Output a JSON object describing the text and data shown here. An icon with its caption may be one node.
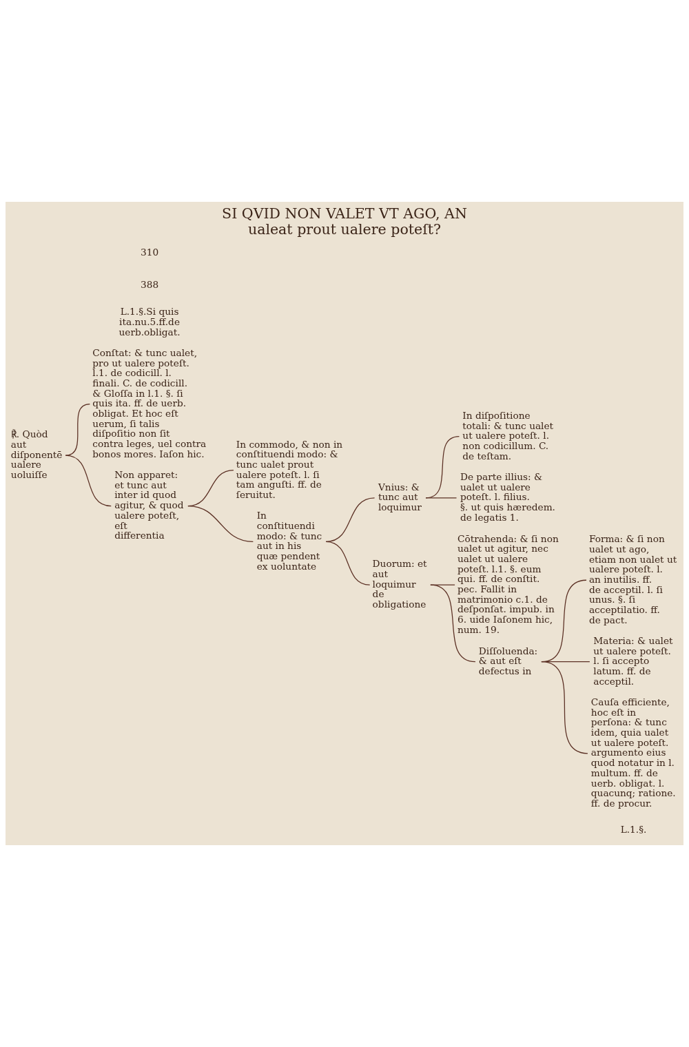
{
  "diagram": {
    "title": "SI QVID NON VALET VT AGO, AN ualeat prout ualere poteſt?",
    "nodes": [
      {
        "text": [
          "℟. Quòd aut diſponentē ualere uoluiſſe"
        ]
      },
      {
        "text": [
          "Conſtat: & tunc ualet, pro ut ualere poteſt. l.1. de codicill. l. finali. C. de codicill. & Gloſſa in l.1. §. ſi quis ita. ff. de uerb. obligat. Et hoc eſt uerum, ſi talis diſpoſitio non ſit contra leges, uel contra bonos mores. Iaſon hic."
        ]
      },
      {
        "text": [
          "Non apparet: et tunc aut inter id quod agitur, & quod ualere poteſt, eſt differentia"
        ]
      },
      {
        "text": [
          "In commodo, & non in conſtituendi modo: & tunc ualet prout ualere poteſt. l. ſi tam anguſti. ff. de ſeruitut."
        ]
      },
      {
        "text": [
          "In conſtituendi modo: & tunc aut in his quæ pendent ex uoluntate"
        ]
      },
      {
        "text": [
          "Vnius: & tunc aut loquimur"
        ]
      },
      {
        "text": [
          "In diſpoſitione totali: & tunc ualet ut ualere poteſt. l. non codicillum. C. de teſtam."
        ]
      },
      {
        "text": [
          "De parte illius: & ualet ut ualere poteſt. l. filius. §. ut quis hæredem. de legatis 1."
        ]
      },
      {
        "text": [
          "Duorum: et aut loquimur de obligatione"
        ]
      },
      {
        "text": [
          "Cōtrahenda: & ſi non ualet ut agitur, nec ualet ut ualere poteſt. l.1. §. eum qui. ff. de conſtit. pec. Fallit in matrimonio c.1. de deſponſat. impub. in 6. uide Iaſonem hic, num. 19."
        ]
      },
      {
        "text": [
          "Diſſoluenda: & aut eſt defectus in"
        ]
      },
      {
        "text": [
          "Forma: & ſi non ualet ut ago, etiam non ualet ut ualere poteſt. l. an inutilis. ff. de acceptil. l. ſi unus. §. ſi acceptilatio. ff. de pact."
        ]
      },
      {
        "text": [
          "Materia: & ualet ut ualere poteſt. l. ſi accepto latum. ff. de acceptil."
        ]
      },
      {
        "text": [
          "Cauſa efficiente, hoc eſt in perſona: & tunc idem, quia ualet ut ualere poteſt. argumento eius quod notatur in l. multum. ff. de uerb. obligat. l. quacunq; ratione. ff. de procur."
        ]
      }
    ],
    "edges": [
      {
        "from": 0,
        "to": 1,
        "arrow": "none"
      },
      {
        "from": 0,
        "to": 2,
        "arrow": "none"
      },
      {
        "from": 2,
        "to": 3,
        "arrow": "none"
      },
      {
        "from": 2,
        "to": 4,
        "arrow": "none"
      },
      {
        "from": 4,
        "to": 5,
        "arrow": "none"
      },
      {
        "from": 4,
        "to": 8,
        "arrow": "none"
      },
      {
        "from": 5,
        "to": 6,
        "arrow": "none"
      },
      {
        "from": 5,
        "to": 7,
        "arrow": "none"
      },
      {
        "from": 8,
        "to": 9,
        "arrow": "none"
      },
      {
        "from": 8,
        "to": 10,
        "arrow": "none"
      },
      {
        "from": 10,
        "to": 11,
        "arrow": "none"
      },
      {
        "from": 10,
        "to": 12,
        "arrow": "none"
      },
      {
        "from": 10,
        "to": 13,
        "arrow": "none"
      }
    ],
    "labels": [
      "310",
      "388",
      "L.1.§.Si quis ita.nu.5.ff.de uerb.obligat.",
      "L.1.§."
    ]
  }
}
